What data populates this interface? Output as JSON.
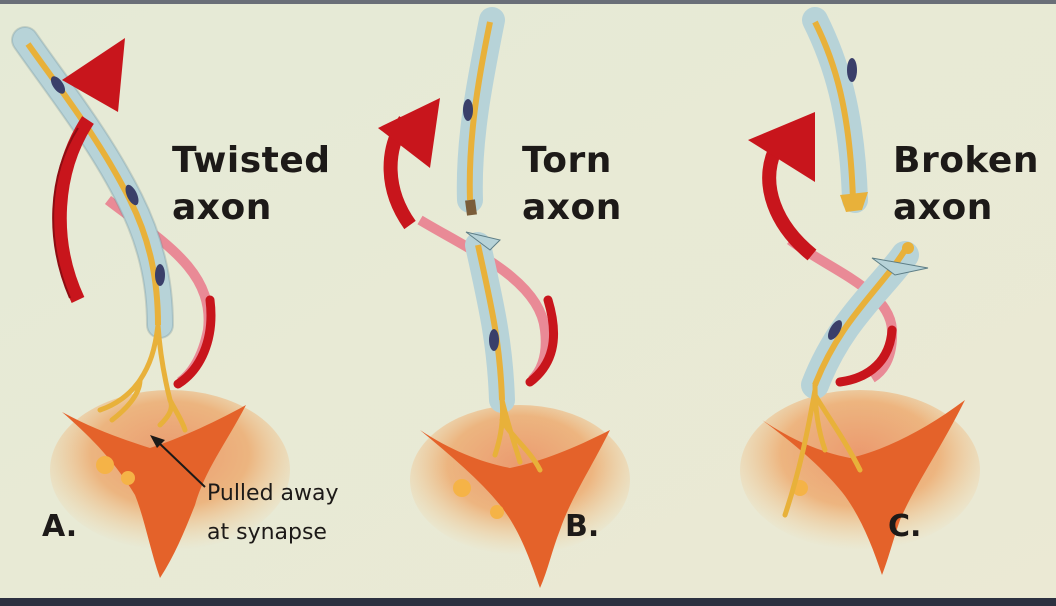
{
  "panels": [
    {
      "letter": "A.",
      "title_line1": "Twisted",
      "title_line2": "axon",
      "note_line1": "Pulled away",
      "note_line2": "at synapse"
    },
    {
      "letter": "B.",
      "title_line1": "Torn",
      "title_line2": "axon"
    },
    {
      "letter": "C.",
      "title_line1": "Broken",
      "title_line2": "axon"
    }
  ],
  "colors": {
    "background": "#e8ebdc",
    "arrow": "#c8151c",
    "arrow_tail": "#e98a96",
    "cell_body": "#e4622a",
    "axon_core": "#e8b13a",
    "myelin_sheath": "#b7d3d8",
    "text": "#1d1a18"
  }
}
